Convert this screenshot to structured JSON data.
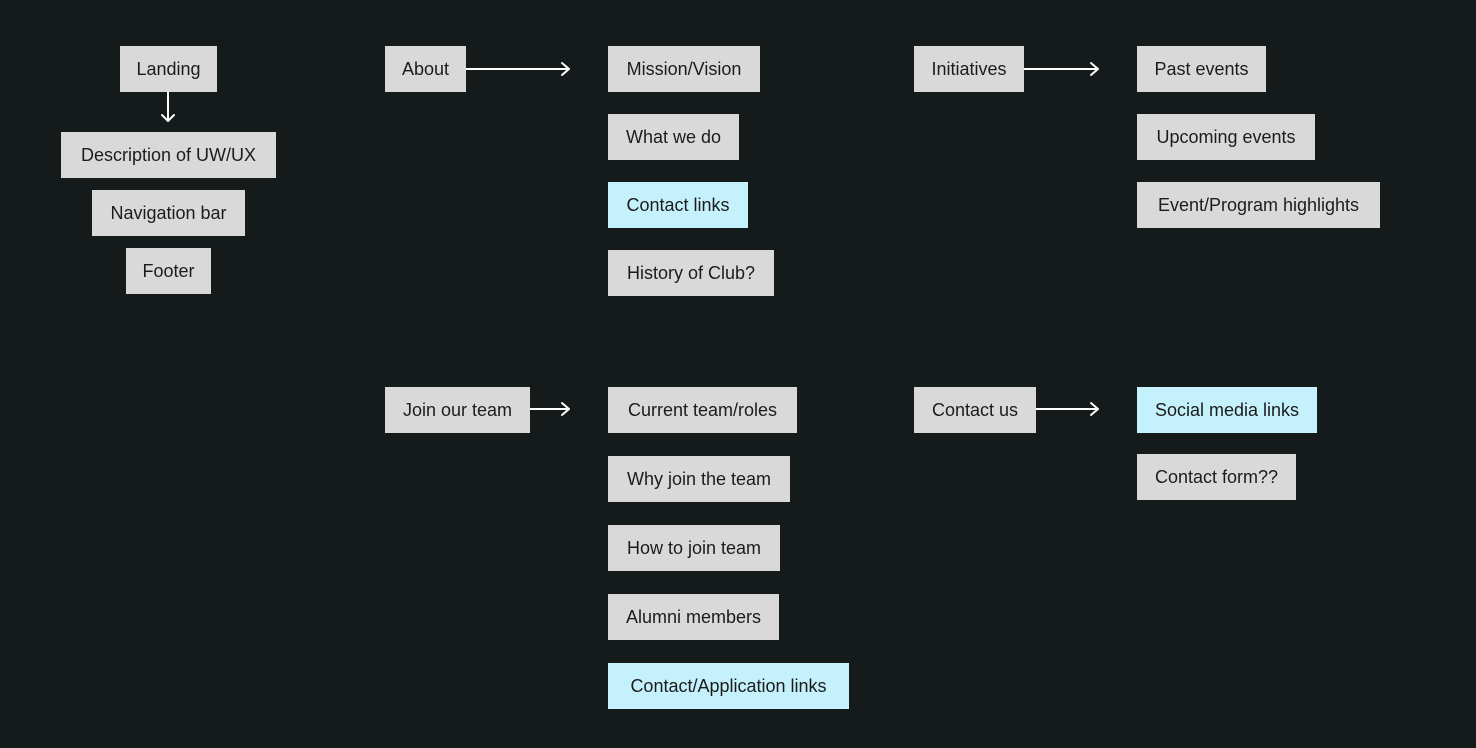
{
  "colors": {
    "background": "#151a1b",
    "node": "#d9d9d9",
    "link_node": "#c4f1fb",
    "arrow": "#ffffff"
  },
  "landing": {
    "title": "Landing",
    "items": [
      "Description of UW/UX",
      "Navigation bar",
      "Footer"
    ]
  },
  "about": {
    "title": "About",
    "items": [
      "Mission/Vision",
      "What we do",
      "Contact links",
      "History of Club?"
    ]
  },
  "initiatives": {
    "title": "Initiatives",
    "items": [
      "Past events",
      "Upcoming events",
      "Event/Program highlights"
    ]
  },
  "join": {
    "title": "Join our team",
    "items": [
      "Current team/roles",
      "Why join the team",
      "How to join team",
      "Alumni members",
      "Contact/Application links"
    ]
  },
  "contact": {
    "title": "Contact us",
    "items": [
      "Social media links",
      "Contact form??"
    ]
  }
}
